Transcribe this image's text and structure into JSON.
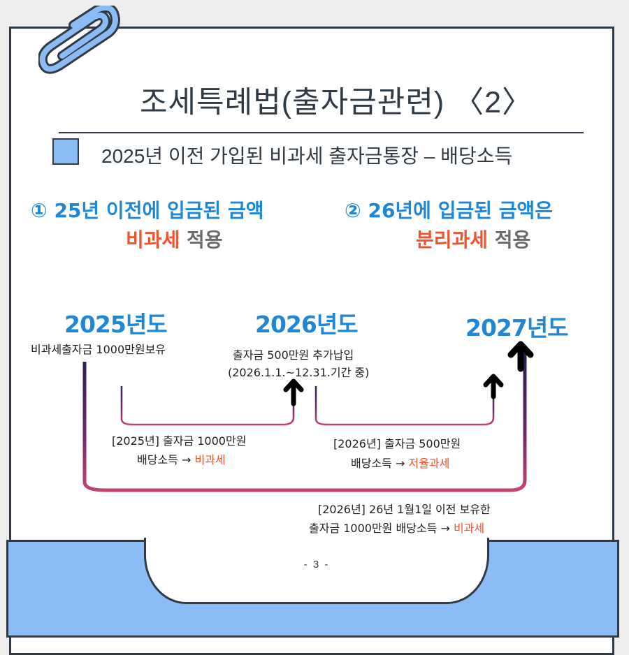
{
  "header": {
    "title": "조세특례법(출자금관련) 〈2〉",
    "subtitle": "2025년 이전 가입된 비과세 출자금통장 – 배당소득"
  },
  "points": [
    {
      "label": "① 25년 이전에 입금된 금액",
      "highlight": "비과세",
      "suffix": "적용"
    },
    {
      "label": "② 26년에 입금된 금액은",
      "highlight": "분리과세",
      "suffix": "적용"
    }
  ],
  "timeline": {
    "years": [
      {
        "label": "2025년도",
        "note_lines": [
          "비과세출자금 1000만원보유"
        ]
      },
      {
        "label": "2026년도",
        "note_lines": [
          "출자금 500만원 추가납입",
          "(2026.1.1.~12.31.기간 중)"
        ]
      },
      {
        "label": "2027년도",
        "note_lines": []
      }
    ],
    "brackets": [
      {
        "line1": "[2025년] 출자금 1000만원",
        "line2_prefix": "배당소득 → ",
        "line2_highlight": "비과세"
      },
      {
        "line1": "[2026년] 출자금 500만원",
        "line2_prefix": "배당소득 → ",
        "line2_highlight": "저율과세"
      },
      {
        "line1": "[2026년] 26년 1월1일 이전 보유한",
        "line2_prefix": "출자금 1000만원  배당소득 → ",
        "line2_highlight": "비과세"
      }
    ]
  },
  "footer": {
    "page_number": "- 3 -"
  },
  "colors": {
    "accent_blue": "#1f87d6",
    "highlight_red": "#f0532f",
    "frame": "#2f3a44",
    "light_blue": "#8bbcf5",
    "bracket_top": "#2d2050",
    "bracket_bottom": "#c2426e"
  }
}
